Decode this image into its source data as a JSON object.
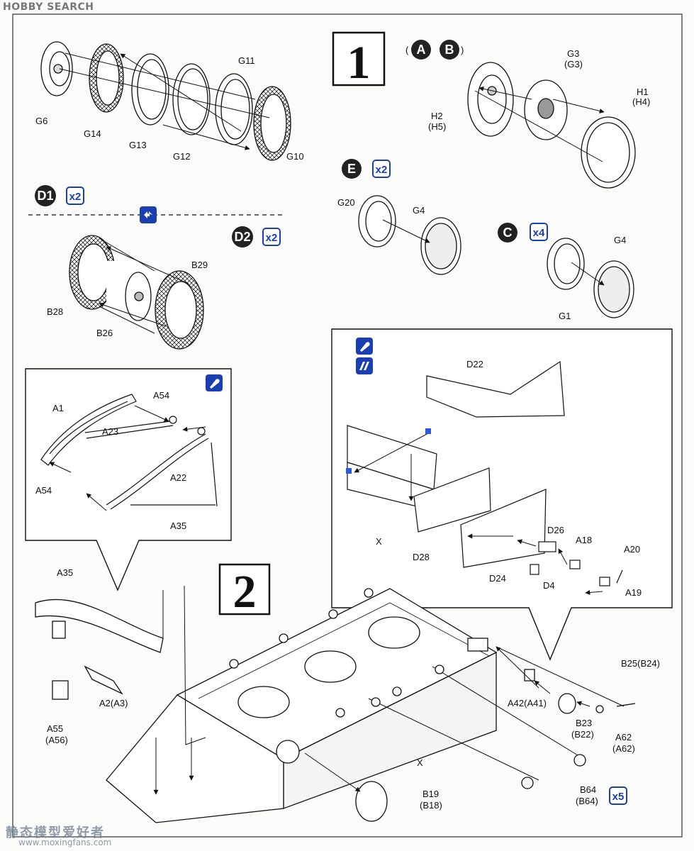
{
  "header": {
    "watermark": "HOBBY SEARCH"
  },
  "footer": {
    "watermark_cn": "静态模型爱好者",
    "watermark_url": "www.moxingfans.com"
  },
  "steps": {
    "step1": "1",
    "step2": "2"
  },
  "variants": {
    "a": "A",
    "b": "B",
    "c": "C",
    "e": "E",
    "d1": "D1",
    "d2": "D2",
    "qty_e": "x2",
    "qty_d1": "x2",
    "qty_d2": "x2",
    "qty_c": "x4",
    "qty_b64": "x5"
  },
  "icons": [
    "cement-icon",
    "paint-icon",
    "optional-alternative-icon"
  ],
  "colors": {
    "ink": "#111111",
    "accent_blue": "#1a3fb0",
    "marker_blue": "#2a5bd7"
  },
  "labels": {
    "g6": "G6",
    "g14": "G14",
    "g13": "G13",
    "g12": "G12",
    "g11": "G11",
    "g10": "G10",
    "g3": "G3",
    "g3_alt": "(G3)",
    "h1": "H1",
    "h4_alt": "(H4)",
    "h2": "H2",
    "h5_alt": "(H5)",
    "g20": "G20",
    "g4a": "G4",
    "g4b": "G4",
    "g1": "G1",
    "b29": "B29",
    "b28": "B28",
    "b26": "B26",
    "a54a": "A54",
    "a1": "A1",
    "a23": "A23",
    "a22": "A22",
    "a54b": "A54",
    "a35_inset": "A35",
    "d22": "D22",
    "x_inset": "X",
    "d28": "D28",
    "d26": "D26",
    "a18": "A18",
    "a20": "A20",
    "d24": "D24",
    "d4": "D4",
    "a19": "A19",
    "a35": "A35",
    "a2": "A2(A3)",
    "a55": "A55",
    "a56_alt": "(A56)",
    "b25": "B25(B24)",
    "a42": "A42(A41)",
    "b23": "B23",
    "b22_alt": "(B22)",
    "a62": "A62",
    "a62_alt": "(A62)",
    "x_hull": "X",
    "b19": "B19",
    "b18_alt": "(B18)",
    "b64": "B64",
    "b64_alt": "(B64)"
  }
}
